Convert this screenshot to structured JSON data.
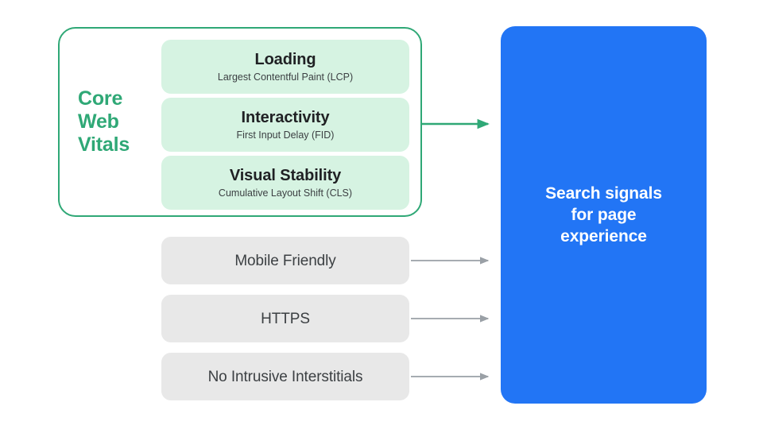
{
  "diagram": {
    "title": "Search signals for page experience",
    "background_color": "#ffffff",
    "colors": {
      "green_accent": "#2fa876",
      "green_card": "#d6f3e2",
      "gray_box": "#e8e8e8",
      "blue_panel": "#2275f5",
      "text_dark": "#202124",
      "text_muted": "#3c4043",
      "arrow_gray": "#9aa0a6"
    }
  },
  "core_web_vitals": {
    "group_label_lines": [
      "Core",
      "Web",
      "Vitals"
    ],
    "group_label": "Core Web Vitals",
    "metrics": [
      {
        "title": "Loading",
        "subtitle": "Largest Contentful Paint (LCP)",
        "abbreviation": "LCP"
      },
      {
        "title": "Interactivity",
        "subtitle": "First Input Delay (FID)",
        "abbreviation": "FID"
      },
      {
        "title": "Visual Stability",
        "subtitle": "Cumulative Layout Shift (CLS)",
        "abbreviation": "CLS"
      }
    ]
  },
  "other_signals": [
    {
      "label": "Mobile Friendly"
    },
    {
      "label": "HTTPS"
    },
    {
      "label": "No Intrusive Interstitials"
    }
  ],
  "output_panel": {
    "lines": [
      "Search signals",
      "for page",
      "experience"
    ],
    "text": "Search signals for page experience"
  },
  "arrows": [
    {
      "name": "arrow-core-web-vitals",
      "color": "#2fa876",
      "from": "core-web-vitals-group",
      "to": "search-signals-panel"
    },
    {
      "name": "arrow-mobile-friendly",
      "color": "#9aa0a6",
      "from": "mobile-friendly-box",
      "to": "search-signals-panel"
    },
    {
      "name": "arrow-https",
      "color": "#9aa0a6",
      "from": "https-box",
      "to": "search-signals-panel"
    },
    {
      "name": "arrow-no-intrusive-interstitials",
      "color": "#9aa0a6",
      "from": "no-intrusive-interstitials-box",
      "to": "search-signals-panel"
    }
  ]
}
